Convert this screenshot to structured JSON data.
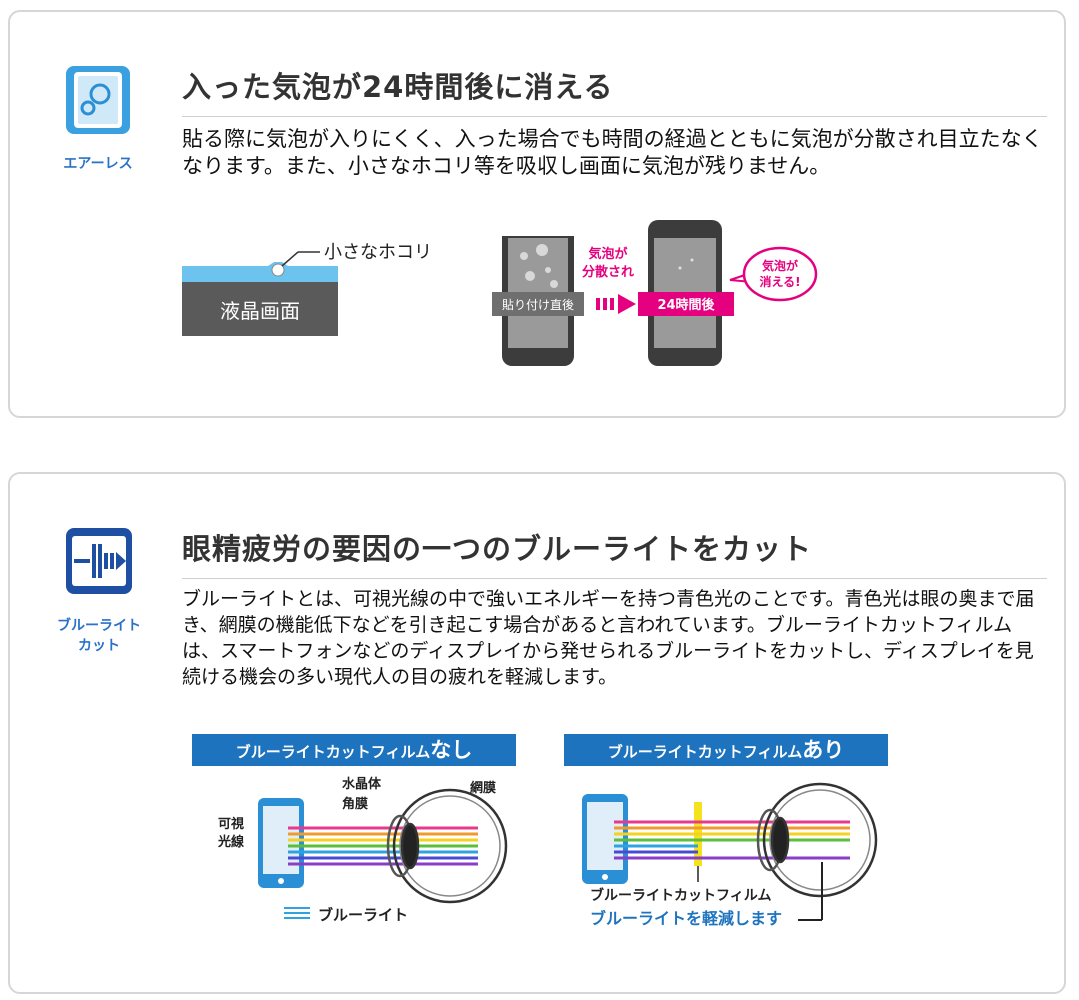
{
  "airless": {
    "icon_label": "エアーレス",
    "title": "入った気泡が24時間後に消える",
    "body": "貼る際に気泡が入りにくく、入った場合でも時間の経過とともに気泡が分散され目立たなくなります。また、小さなホコリ等を吸収し画面に気泡が残りません。",
    "diagram": {
      "dust_label": "小さなホコリ",
      "lcd_label": "液晶画面",
      "before_label": "貼り付け直後",
      "arrow_label_1": "気泡が",
      "arrow_label_2": "分散され",
      "after_label": "24時間後",
      "bubble_text_1": "気泡が",
      "bubble_text_2": "消える!"
    }
  },
  "bluelight": {
    "icon_label_1": "ブルーライト",
    "icon_label_2": "カット",
    "title": "眼精疲労の要因の一つのブルーライトをカット",
    "body": "ブルーライトとは、可視光線の中で強いエネルギーを持つ青色光のことです。青色光は眼の奥まで届き、網膜の機能低下などを引き起こす場合があると言われています。ブルーライトカットフィルムは、スマートフォンなどのディスプレイから発せられるブルーライトをカットし、ディスプレイを見続ける機会の多い現代人の目の疲れを軽減します。",
    "left_diagram": {
      "header_prefix": "ブルーライトカットフィルム",
      "header_suffix": "なし",
      "lens_label": "水晶体",
      "cornea_label": "角膜",
      "retina_label": "網膜",
      "visible_label_1": "可視",
      "visible_label_2": "光線",
      "legend_label": "ブルーライト"
    },
    "right_diagram": {
      "header_prefix": "ブルーライトカットフィルム",
      "header_suffix": "あり",
      "film_label": "ブルーライトカットフィルム",
      "reduce_label": "ブルーライトを軽減します"
    }
  },
  "colors": {
    "accent_blue": "#2a72c8",
    "header_blue": "#1e73be",
    "magenta": "#e5007f",
    "lcd_gray": "#555555",
    "border_gray": "#d6d6d6"
  },
  "icons": [
    "airless-icon",
    "bluelight-cut-icon",
    "smartphone-icon",
    "eye-icon",
    "arrow-right-icon"
  ]
}
